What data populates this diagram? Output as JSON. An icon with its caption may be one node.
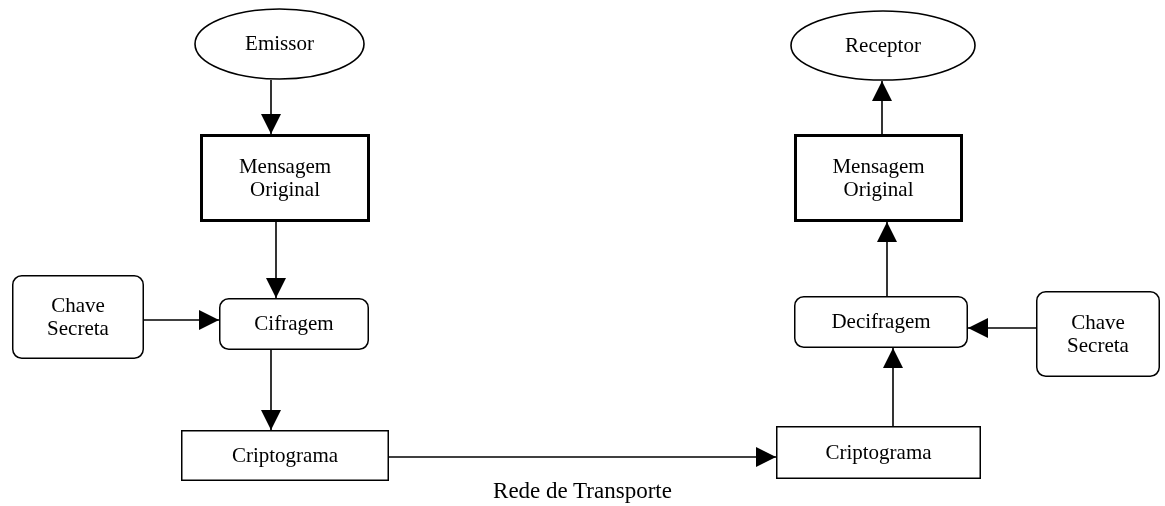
{
  "diagram": {
    "nodes": [
      {
        "text": [
          "Emissor"
        ]
      },
      {
        "text": [
          "Mensagem Original"
        ]
      },
      {
        "text": [
          "Chave Secreta"
        ]
      },
      {
        "text": [
          "Cifragem"
        ]
      },
      {
        "text": [
          "Criptograma"
        ]
      },
      {
        "text": [
          "Receptor"
        ]
      },
      {
        "text": [
          "Mensagem Original"
        ]
      },
      {
        "text": [
          "Decifragem"
        ]
      },
      {
        "text": [
          "Chave Secreta"
        ]
      },
      {
        "text": [
          "Criptograma"
        ]
      }
    ],
    "edges": [
      {
        "from": 0,
        "to": 1,
        "arrow": "to"
      },
      {
        "from": 1,
        "to": 3,
        "arrow": "to"
      },
      {
        "from": 2,
        "to": 3,
        "arrow": "to"
      },
      {
        "from": 3,
        "to": 4,
        "arrow": "to"
      },
      {
        "from": 4,
        "to": 9,
        "arrow": "to",
        "label": "Rede de Transporte"
      },
      {
        "from": 9,
        "to": 7,
        "arrow": "to"
      },
      {
        "from": 8,
        "to": 7,
        "arrow": "to"
      },
      {
        "from": 7,
        "to": 6,
        "arrow": "to"
      },
      {
        "from": 6,
        "to": 5,
        "arrow": "to"
      }
    ]
  }
}
